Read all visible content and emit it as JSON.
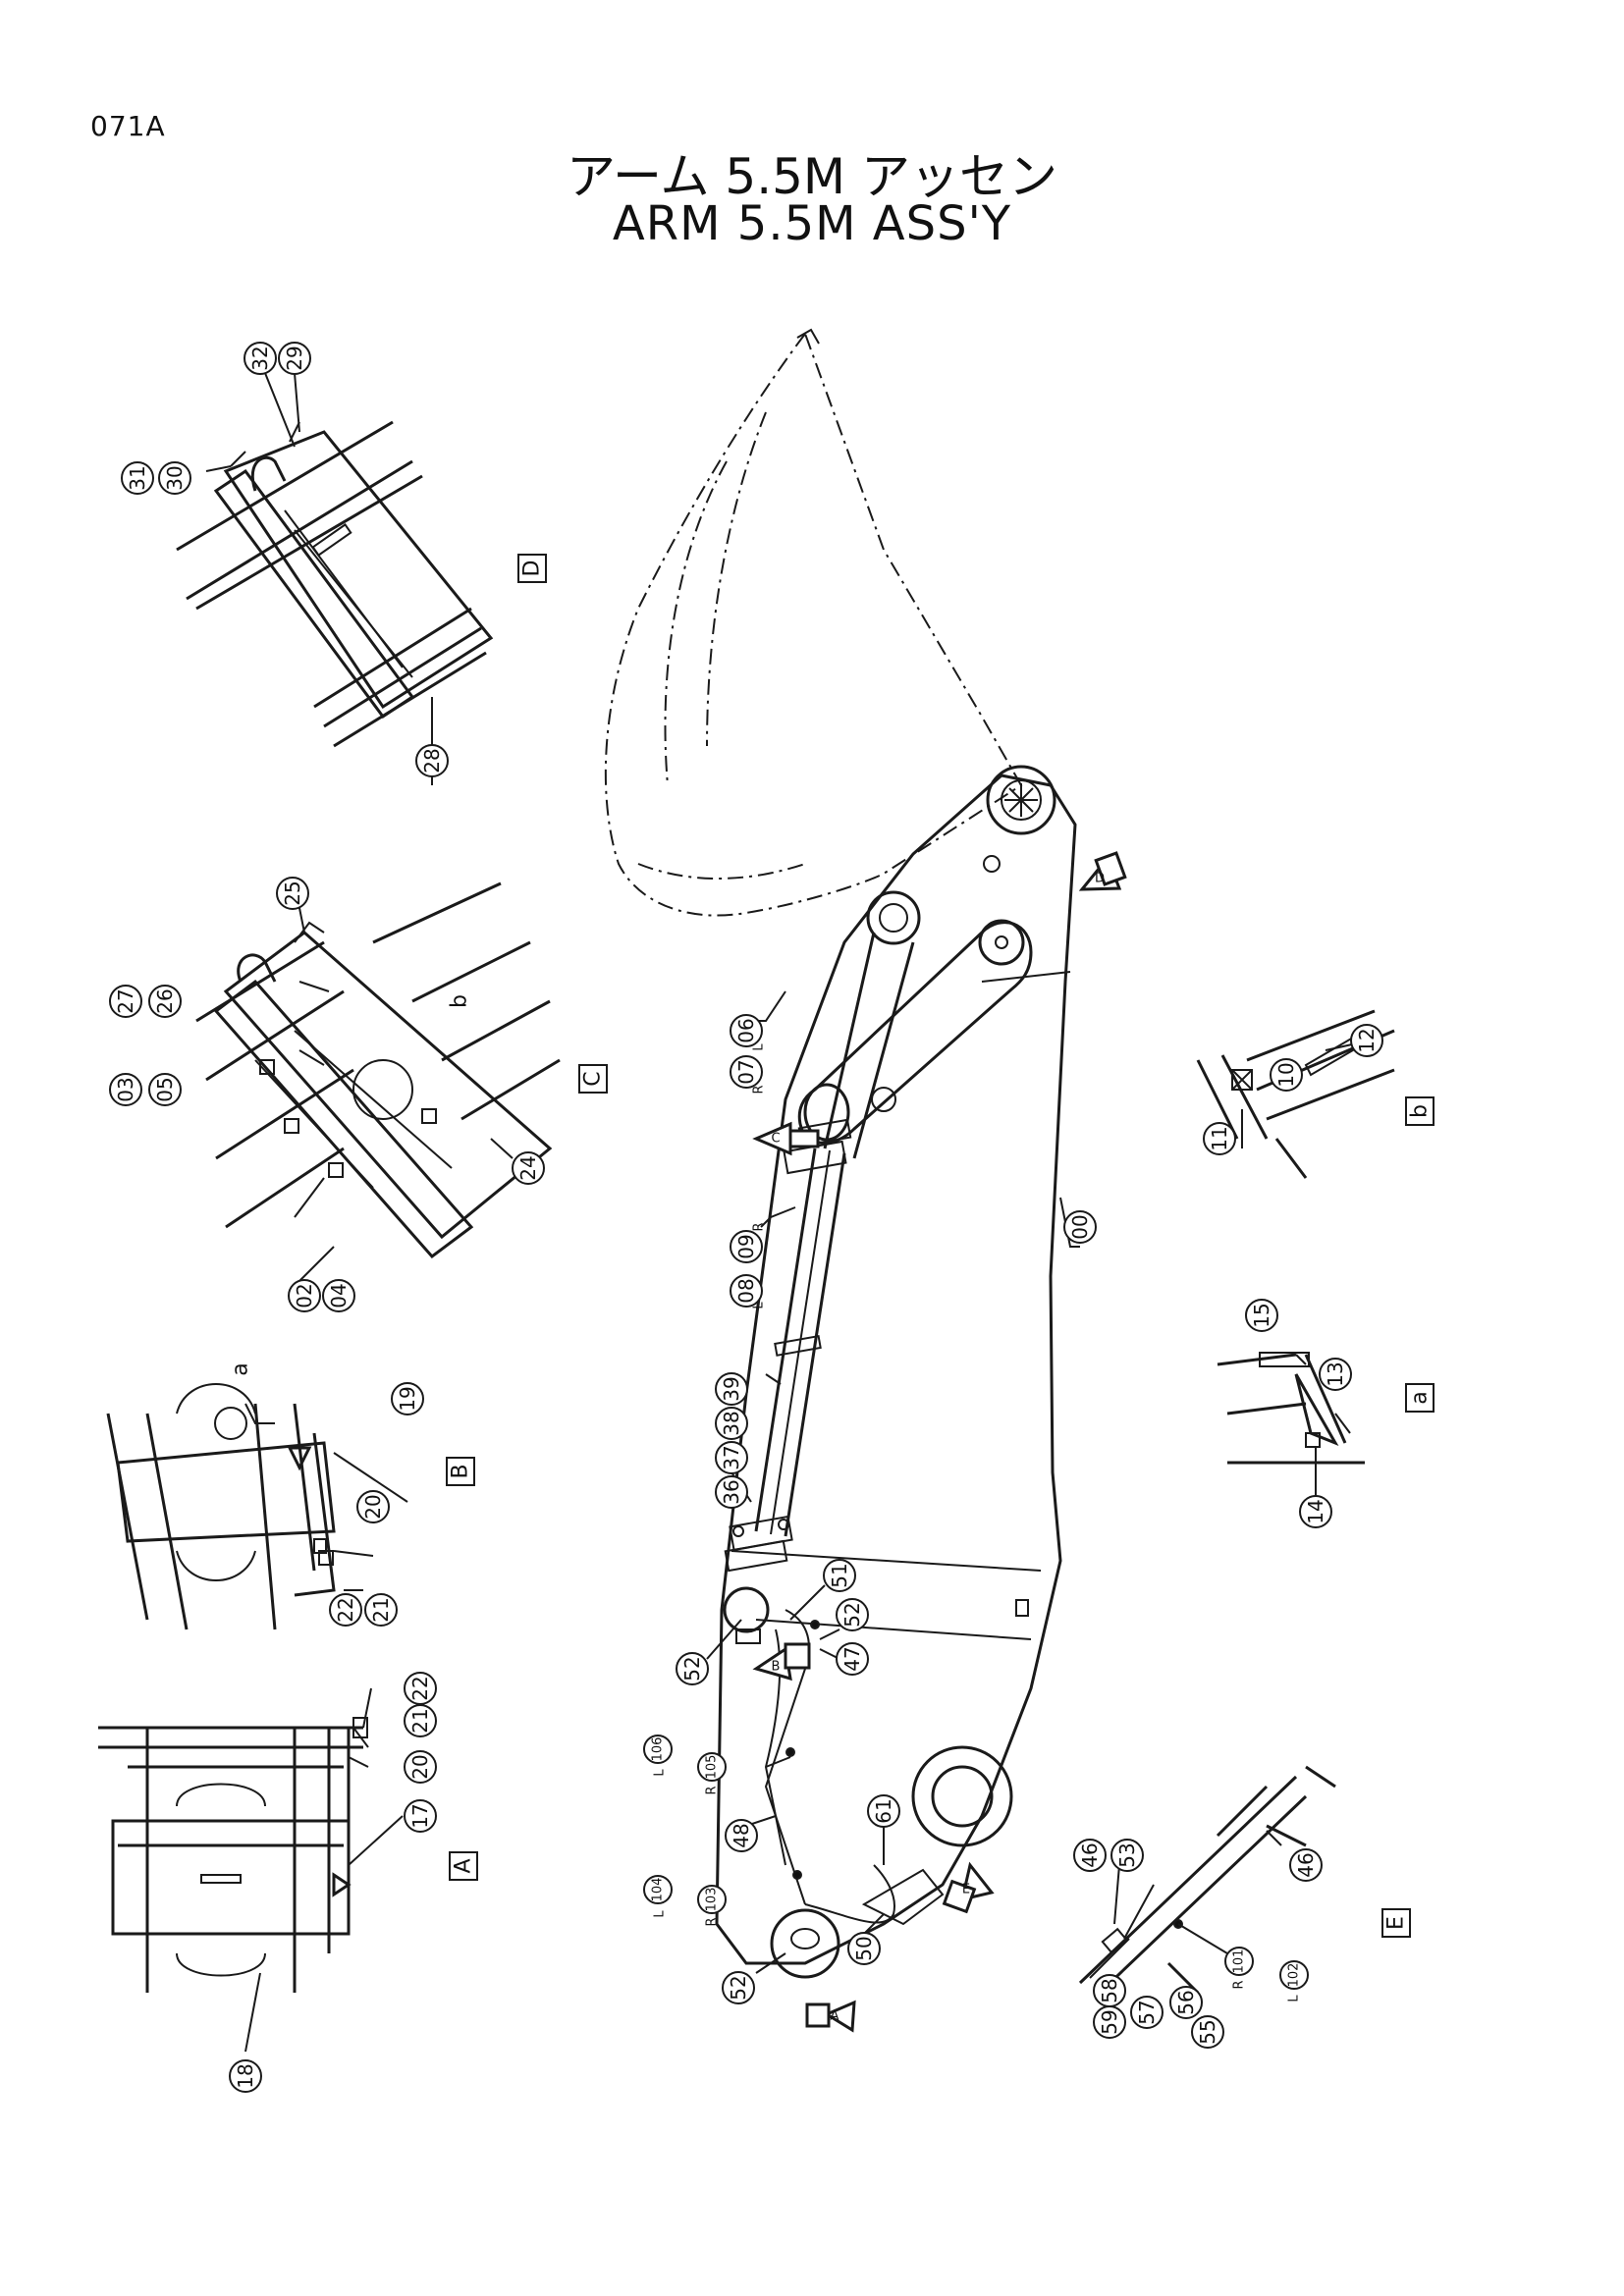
{
  "header": {
    "page_code": "071A",
    "title_jp": "アーム 5.5M アッセン",
    "title_en": "ARM 5.5M ASS'Y"
  },
  "callouts": {
    "c00": "00",
    "c02": "02",
    "c03": "03",
    "c04": "04",
    "c05": "05",
    "c06": "06",
    "c07": "07",
    "c08": "08",
    "c09": "09",
    "c10": "10",
    "c11": "11",
    "c12": "12",
    "c13": "13",
    "c14": "14",
    "c15": "15",
    "c17": "17",
    "c18": "18",
    "c19": "19",
    "c20": "20",
    "c21": "21",
    "c22": "22",
    "c24": "24",
    "c25": "25",
    "c26": "26",
    "c27": "27",
    "c28": "28",
    "c29": "29",
    "c30": "30",
    "c31": "31",
    "c32": "32",
    "c36": "36",
    "c37": "37",
    "c38": "38",
    "c39": "39",
    "c46a": "46",
    "c46b": "46",
    "c47": "47",
    "c48": "48",
    "c50": "50",
    "c51": "51",
    "c52a": "52",
    "c52b": "52",
    "c52c": "52",
    "c53": "53",
    "c55": "55",
    "c56": "56",
    "c57": "57",
    "c58": "58",
    "c59": "59",
    "c61": "61",
    "c101": "101",
    "c102": "102",
    "c103": "103",
    "c104": "104",
    "c105": "105",
    "c106": "106"
  },
  "side_marks": {
    "L": "L",
    "R": "R"
  },
  "view_labels": {
    "A": "A",
    "B": "B",
    "C": "C",
    "D": "D",
    "E": "E",
    "a": "a",
    "b": "b"
  },
  "view_arrows": {
    "A": "A",
    "B": "B",
    "C": "C",
    "D": "D",
    "E": "E"
  },
  "detail_marks": {
    "a": "a",
    "b": "b"
  }
}
